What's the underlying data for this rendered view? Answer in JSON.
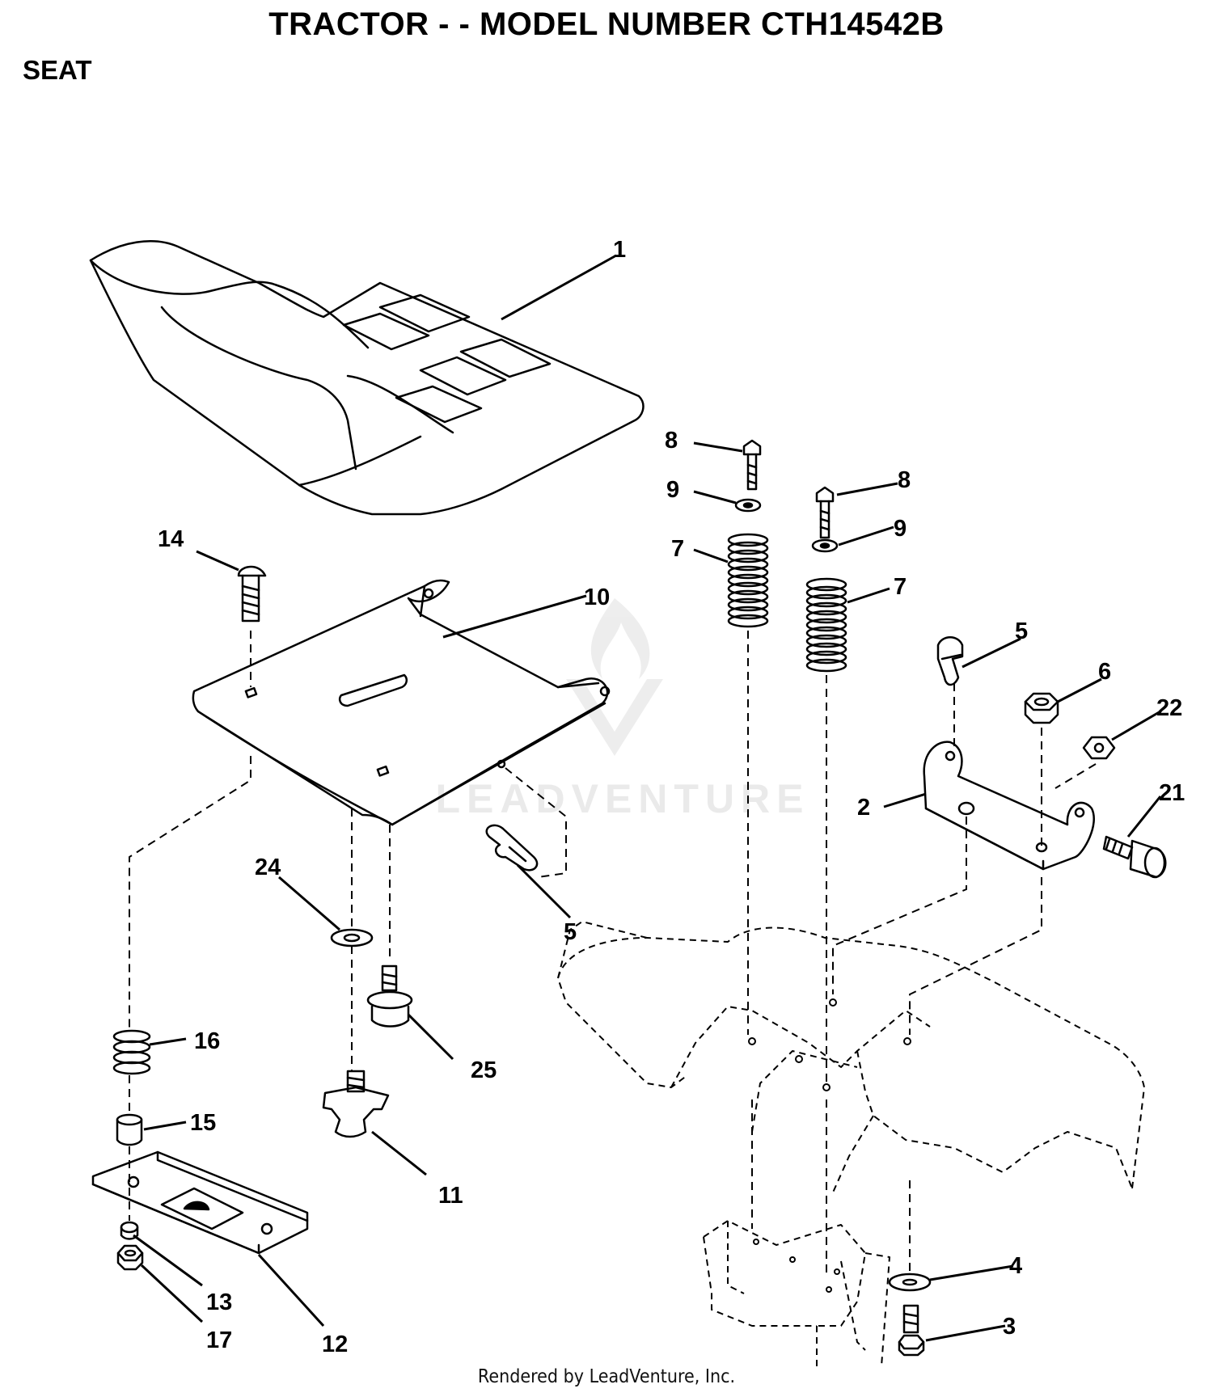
{
  "header": {
    "title": "TRACTOR - - MODEL NUMBER CTH14542B",
    "section": "SEAT"
  },
  "footer": {
    "credit": "Rendered by LeadVenture, Inc."
  },
  "watermark": {
    "text": "LEADVENTURE"
  },
  "callouts": [
    {
      "id": "c1",
      "number": "1"
    },
    {
      "id": "c2",
      "number": "2"
    },
    {
      "id": "c3",
      "number": "3"
    },
    {
      "id": "c4",
      "number": "4"
    },
    {
      "id": "c5a",
      "number": "5"
    },
    {
      "id": "c5b",
      "number": "5"
    },
    {
      "id": "c6",
      "number": "6"
    },
    {
      "id": "c7a",
      "number": "7"
    },
    {
      "id": "c7b",
      "number": "7"
    },
    {
      "id": "c8a",
      "number": "8"
    },
    {
      "id": "c8b",
      "number": "8"
    },
    {
      "id": "c9a",
      "number": "9"
    },
    {
      "id": "c9b",
      "number": "9"
    },
    {
      "id": "c10",
      "number": "10"
    },
    {
      "id": "c11",
      "number": "11"
    },
    {
      "id": "c12",
      "number": "12"
    },
    {
      "id": "c13",
      "number": "13"
    },
    {
      "id": "c14",
      "number": "14"
    },
    {
      "id": "c15",
      "number": "15"
    },
    {
      "id": "c16",
      "number": "16"
    },
    {
      "id": "c17",
      "number": "17"
    },
    {
      "id": "c21",
      "number": "21"
    },
    {
      "id": "c22",
      "number": "22"
    },
    {
      "id": "c24",
      "number": "24"
    },
    {
      "id": "c25",
      "number": "25"
    }
  ]
}
